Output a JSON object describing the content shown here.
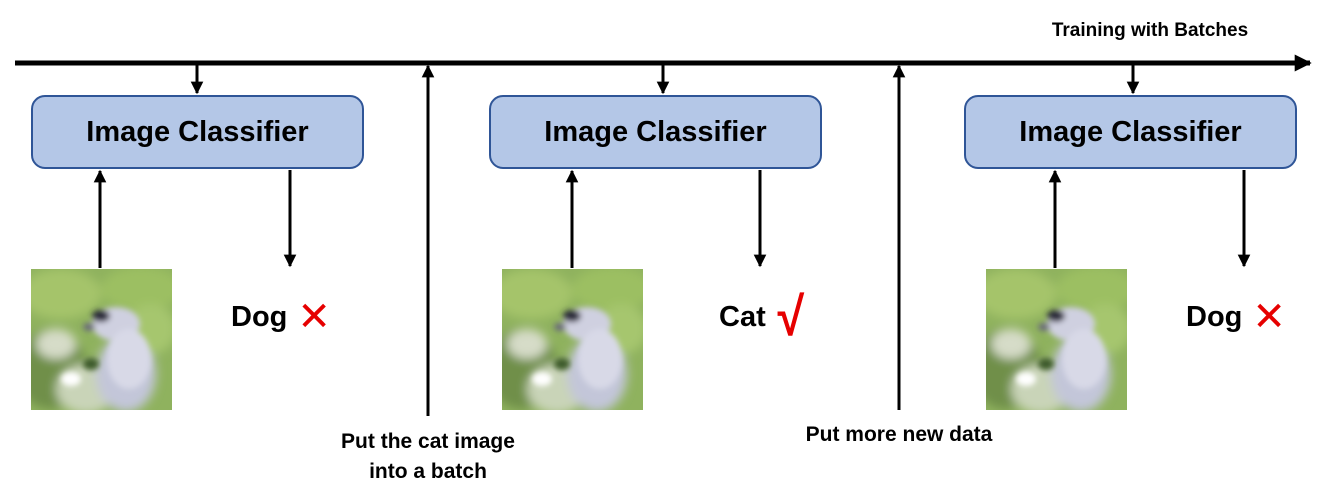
{
  "timeline": {
    "title": "Training with Batches"
  },
  "stages": [
    {
      "classifier_label": "Image Classifier",
      "prediction": "Dog",
      "mark": "✕",
      "mark_type": "wrong",
      "image_subject": "cat"
    },
    {
      "classifier_label": "Image Classifier",
      "prediction": "Cat",
      "mark": "√",
      "mark_type": "correct",
      "image_subject": "cat"
    },
    {
      "classifier_label": "Image Classifier",
      "prediction": "Dog",
      "mark": "✕",
      "mark_type": "wrong",
      "image_subject": "cat"
    }
  ],
  "events": [
    {
      "line1": "Put the cat image",
      "line2": "into a batch"
    },
    {
      "line1": "Put more new data",
      "line2": ""
    }
  ],
  "colors": {
    "box_fill": "#b4c7e7",
    "box_border": "#2f5597",
    "mark_red": "#e60000",
    "line": "#000000"
  }
}
